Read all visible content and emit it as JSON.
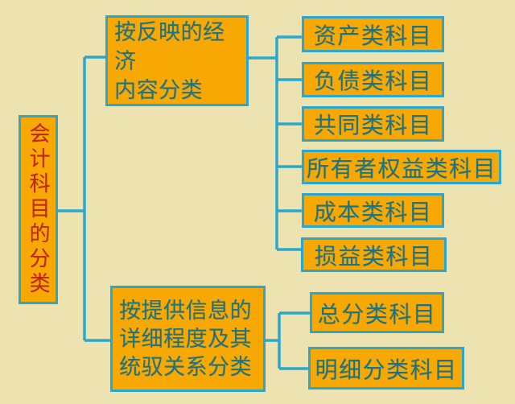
{
  "colors": {
    "background": "#EDE3B1",
    "box_fill": "#F8A802",
    "box_border": "#2AA7CE",
    "connector": "#2AA7CE",
    "text_teal": "#1A7488",
    "text_red": "#C2251B"
  },
  "diagram": {
    "root": {
      "label": "会计科目的分类"
    },
    "branch_economic": {
      "label": "按反映的经济内容分类",
      "label_lines": [
        "按反映的经济",
        "内容分类"
      ],
      "children": [
        "资产类科目",
        "负债类科目",
        "共同类科目",
        "所有者权益类科目",
        "成本类科目",
        "损益类科目"
      ]
    },
    "branch_detail": {
      "label": "按提供信息的详细程度及其统驭关系分类",
      "label_lines": [
        "按提供信息的",
        "详细程度及其",
        "统驭关系分类"
      ],
      "children": [
        "总分类科目",
        "明细分类科目"
      ]
    }
  }
}
